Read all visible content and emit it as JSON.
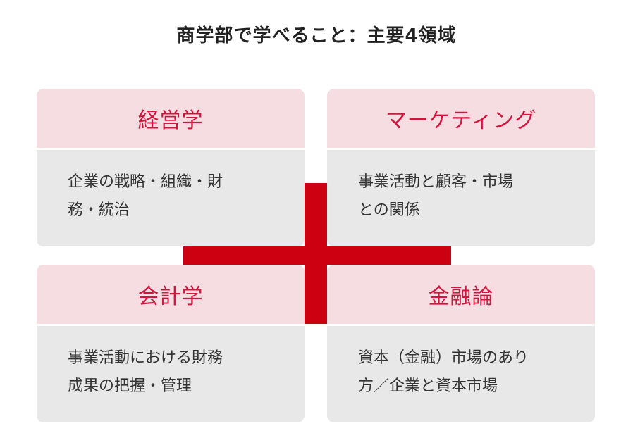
{
  "title": "商学部で学べること：主要4領域",
  "colors": {
    "accent_red": "#cc0011",
    "header_bg": "#f5dde2",
    "header_text": "#d4143c",
    "body_bg": "#e8e8e8",
    "body_text": "#333333"
  },
  "cards": [
    {
      "heading": "経営学",
      "line1": "企業の戦略・組織・財",
      "line2": "務・統治"
    },
    {
      "heading": "マーケティング",
      "line1": "事業活動と顧客・市場",
      "line2": "との関係"
    },
    {
      "heading": "会計学",
      "line1": "事業活動における財務",
      "line2": "成果の把握・管理"
    },
    {
      "heading": "金融論",
      "line1": "資本（金融）市場のあり",
      "line2": "方／企業と資本市場"
    }
  ]
}
